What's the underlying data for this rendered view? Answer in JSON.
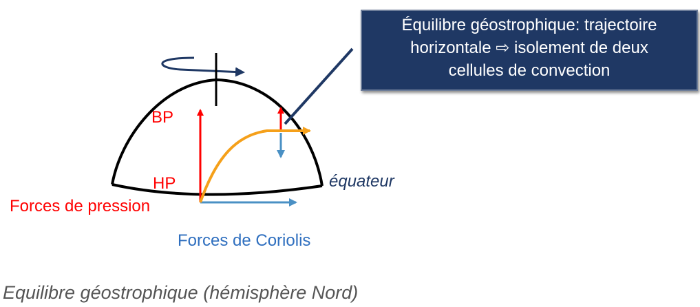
{
  "callout": {
    "line1": "Équilibre géostrophique: trajectoire",
    "line2": "horizontale ⇨ isolement de deux",
    "line3": "cellules de convection"
  },
  "labels": {
    "bp": "BP",
    "hp": "HP",
    "equator": "équateur",
    "pressure": "Forces de pression",
    "coriolis": "Forces de Coriolis"
  },
  "caption": "Equilibre géostrophique (hémisphère Nord)",
  "colors": {
    "pressure": "#ff0000",
    "coriolis": "#4a90c4",
    "trajectory": "#f5a01a",
    "outline": "#000000",
    "callout_bg": "#1f3864"
  }
}
